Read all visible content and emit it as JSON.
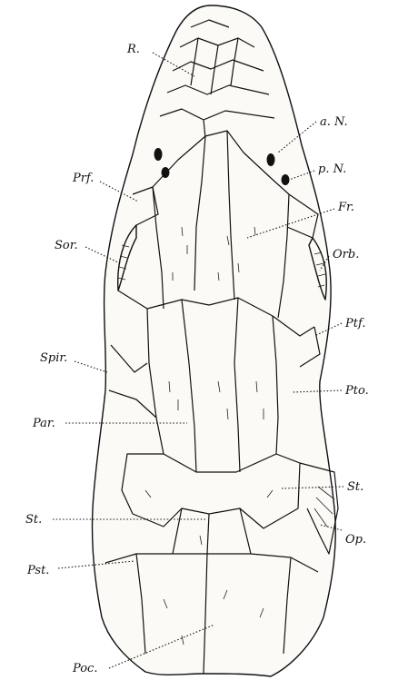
{
  "labels": {
    "r": "R.",
    "a_n": "a. N.",
    "p_n": "p. N.",
    "prf": "Prf.",
    "fr": "Fr.",
    "sor": "Sor.",
    "orb": "Orb.",
    "ptf": "Ptf.",
    "spir": "Spir.",
    "pto": "Pto.",
    "par": "Par.",
    "st_right": "St.",
    "st_left": "St.",
    "op": "Op.",
    "pst": "Pst.",
    "poc": "Poc."
  }
}
